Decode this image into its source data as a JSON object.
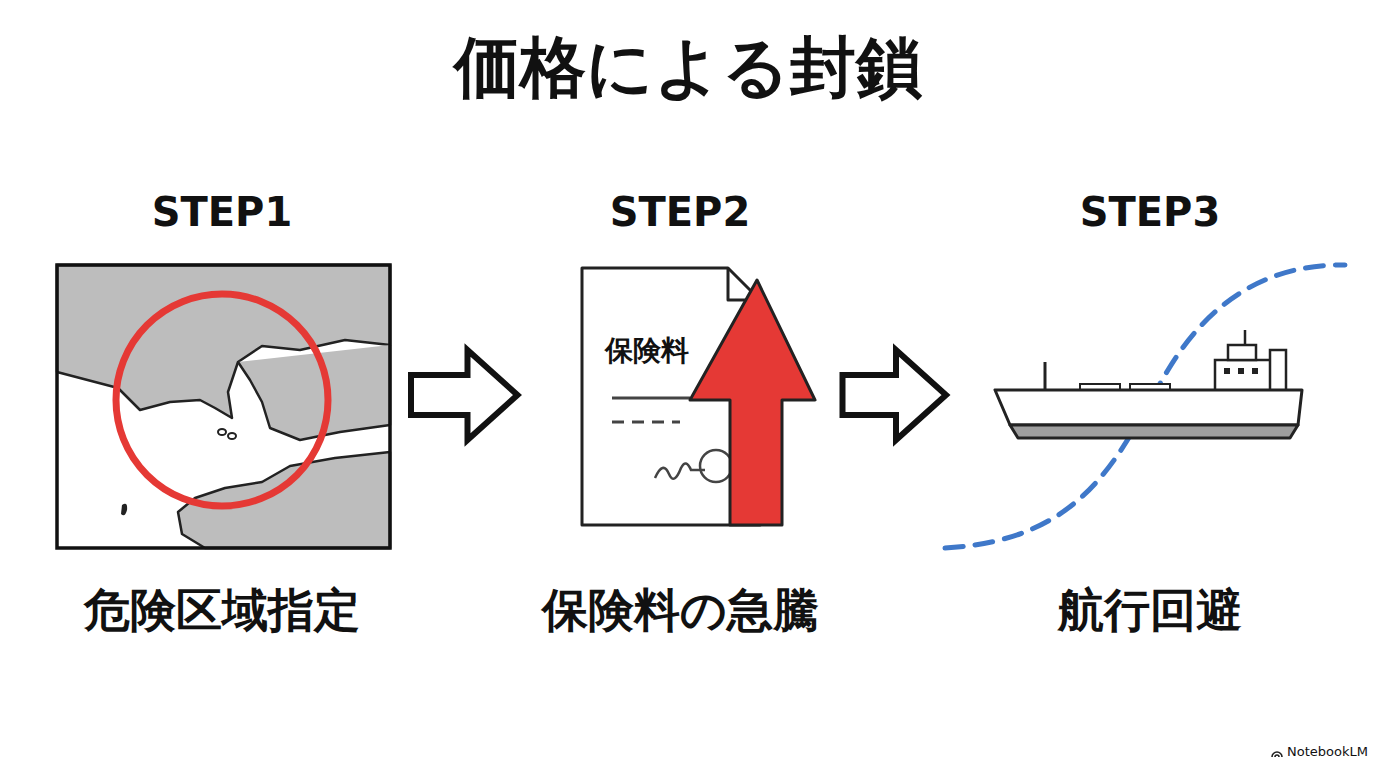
{
  "diagram": {
    "title": "価格による封鎖",
    "nodes": [
      {
        "text": [
          "STEP1",
          "危険区域指定"
        ]
      },
      {
        "text": [
          "STEP2",
          "保険料の急騰"
        ]
      },
      {
        "text": [
          "STEP3",
          "航行回避"
        ]
      }
    ],
    "edges": [
      {
        "from": 0,
        "to": 1,
        "arrow": "to"
      },
      {
        "from": 1,
        "to": 2,
        "arrow": "to"
      }
    ],
    "labels": [
      "保険料",
      "NotebookLM"
    ]
  }
}
